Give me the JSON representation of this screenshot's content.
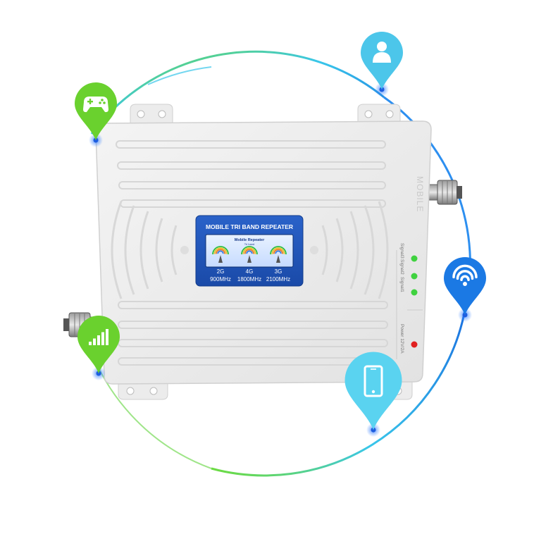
{
  "label": {
    "title": "MOBILE TRI BAND REPEATER",
    "screen_title": "Mobile Repeater",
    "screen_sub": "Tri band",
    "bands": [
      {
        "name": "2G",
        "freq": "900MHz"
      },
      {
        "name": "4G",
        "freq": "1800MHz"
      },
      {
        "name": "3G",
        "freq": "2100MHz"
      }
    ]
  },
  "side_text": "MOBILE",
  "indicators": [
    {
      "label": "Signal3",
      "color": "#3fd23f"
    },
    {
      "label": "Signal2",
      "color": "#3fd23f"
    },
    {
      "label": "Signal1",
      "color": "#3fd23f"
    },
    {
      "label": "Power  12V/2A",
      "color": "#e02020"
    }
  ],
  "pins": [
    {
      "icon": "gamepad-icon",
      "color": "#6ad12e"
    },
    {
      "icon": "user-icon",
      "color": "#4cc6ea"
    },
    {
      "icon": "wifi-icon",
      "color": "#1b79e4"
    },
    {
      "icon": "signal-bars-icon",
      "color": "#6ad12e"
    },
    {
      "icon": "smartphone-icon",
      "color": "#5ad3f0"
    }
  ]
}
